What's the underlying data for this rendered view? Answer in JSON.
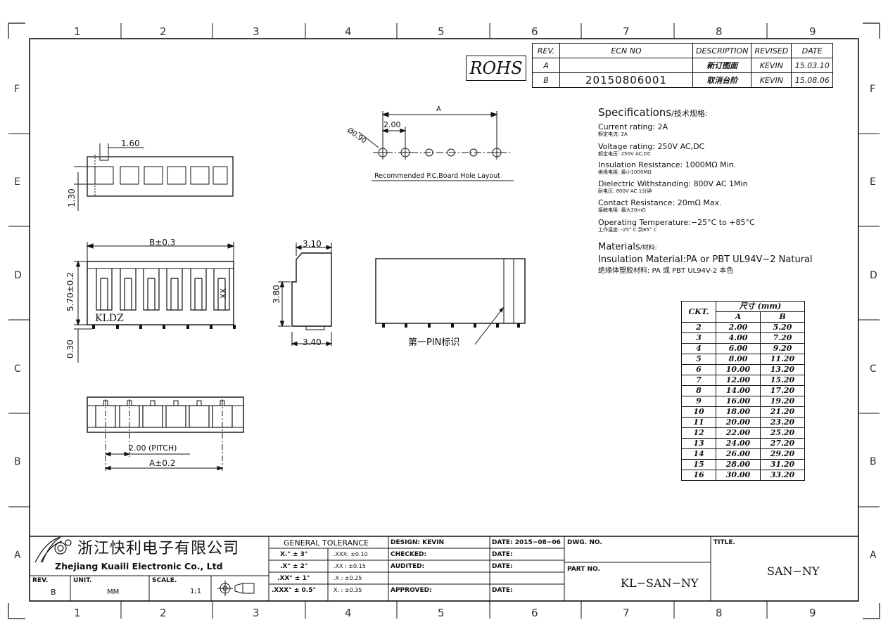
{
  "zones": {
    "cols": [
      "1",
      "2",
      "3",
      "4",
      "5",
      "6",
      "7",
      "8",
      "9"
    ],
    "rows": [
      "F",
      "E",
      "D",
      "C",
      "B",
      "A"
    ]
  },
  "rohs": "ROHS",
  "rev_table": {
    "headers": [
      "REV.",
      "ECN NO",
      "DESCRIPTION",
      "REVISED",
      "DATE"
    ],
    "rows": [
      [
        "A",
        "",
        "新订图面",
        "KEVIN",
        "15.03.10"
      ],
      [
        "B",
        "20150806001",
        "取消台阶",
        "KEVIN",
        "15.08.06"
      ]
    ]
  },
  "hole_layout": {
    "dim_a": "A",
    "pitch": "2.00",
    "dia": "Ø0.90",
    "caption": "Recommended P.C.Board Hole Layout"
  },
  "top_view": {
    "dim_w": "1.60",
    "dim_h": "1.30"
  },
  "front_view": {
    "dim_b": "B±0.3",
    "dim_h": "5.70±0.2",
    "dim_pin": "0.30",
    "brand": "KLDZ",
    "mark": "XX"
  },
  "side_view": {
    "dim_top": "3.10",
    "dim_h": "3.80",
    "dim_bottom": "3.40"
  },
  "rear_view": {
    "pin1": "第一PIN标识"
  },
  "bottom_view": {
    "pitch": "2.00 (PITCH)",
    "dim_a": "A±0.2"
  },
  "specs": {
    "title": "Specifications",
    "title_cn": "/技术规格:",
    "items": [
      {
        "en": "Current rating: 2A",
        "cn": "额定电流: 2A"
      },
      {
        "en": "Voltage rating: 250V AC,DC",
        "cn": "额定电压: 250V AC,DC"
      },
      {
        "en": "Insulation Resistance: 1000MΩ Min.",
        "cn": "绝缘电阻: 最小1000MΩ"
      },
      {
        "en": "Dielectric Withstanding:  800V AC  1Min",
        "cn": "耐电压: 800V AC  1分钟"
      },
      {
        "en": "Contact Resistance:  20mΩ Max.",
        "cn": "接触电阻: 最大20mΩ"
      },
      {
        "en": "Operating Temperature:−25°C to +85°C",
        "cn": "工作温度: -25° C 到85° C"
      }
    ],
    "materials_title": "Materials",
    "materials_title_cn": "/材料:",
    "materials_en": "Insulation Material:PA or PBT UL94V−2 Natural",
    "materials_cn": "绝缘体塑胶材料: PA 或 PBT UL94V-2 本色"
  },
  "ckt_table": {
    "h_ckt": "CKT.",
    "h_dim": "尺寸 (mm)",
    "h_a": "A",
    "h_b": "B",
    "rows": [
      [
        "2",
        "2.00",
        "5.20"
      ],
      [
        "3",
        "4.00",
        "7.20"
      ],
      [
        "4",
        "6.00",
        "9.20"
      ],
      [
        "5",
        "8.00",
        "11.20"
      ],
      [
        "6",
        "10.00",
        "13.20"
      ],
      [
        "7",
        "12.00",
        "15.20"
      ],
      [
        "8",
        "14.00",
        "17.20"
      ],
      [
        "9",
        "16.00",
        "19.20"
      ],
      [
        "10",
        "18.00",
        "21.20"
      ],
      [
        "11",
        "20.00",
        "23.20"
      ],
      [
        "12",
        "22.00",
        "25.20"
      ],
      [
        "13",
        "24.00",
        "27.20"
      ],
      [
        "14",
        "26.00",
        "29.20"
      ],
      [
        "15",
        "28.00",
        "31.20"
      ],
      [
        "16",
        "30.00",
        "33.20"
      ]
    ]
  },
  "title_block": {
    "company_cn": "浙江快利电子有限公司",
    "company_en": "Zhejiang Kuaili Electronic Co., Ltd",
    "rev_label": "REV.",
    "rev": "B",
    "unit_label": "UNIT.",
    "unit": "MM",
    "scale_label": "SCALE.",
    "scale": "1;1",
    "gen_tol": "GENERAL TOLERANCE",
    "tol_rows": [
      [
        "X.° ± 3°",
        ".XXX:  ±0.10"
      ],
      [
        ".X° ± 2°",
        ".XX :  ±0.15"
      ],
      [
        ".XX° ± 1°",
        ".X  :  ±0.25"
      ],
      [
        ".XXX° ± 0.5°",
        "X.   :  ±0.35"
      ]
    ],
    "design": "DESIGN:  KEVIN",
    "checked": "CHECKED:",
    "audited": "AUDITED:",
    "approved": "APPROVED:",
    "date1": "DATE: 2015−08−06",
    "date2": "DATE:",
    "date3": "DATE:",
    "date4": "DATE:",
    "dwg_label": "DWG. NO.",
    "part_label": "PART NO.",
    "part_no": "KL−SAN−NY",
    "title_label": "TITLE.",
    "title": "SAN−NY"
  }
}
